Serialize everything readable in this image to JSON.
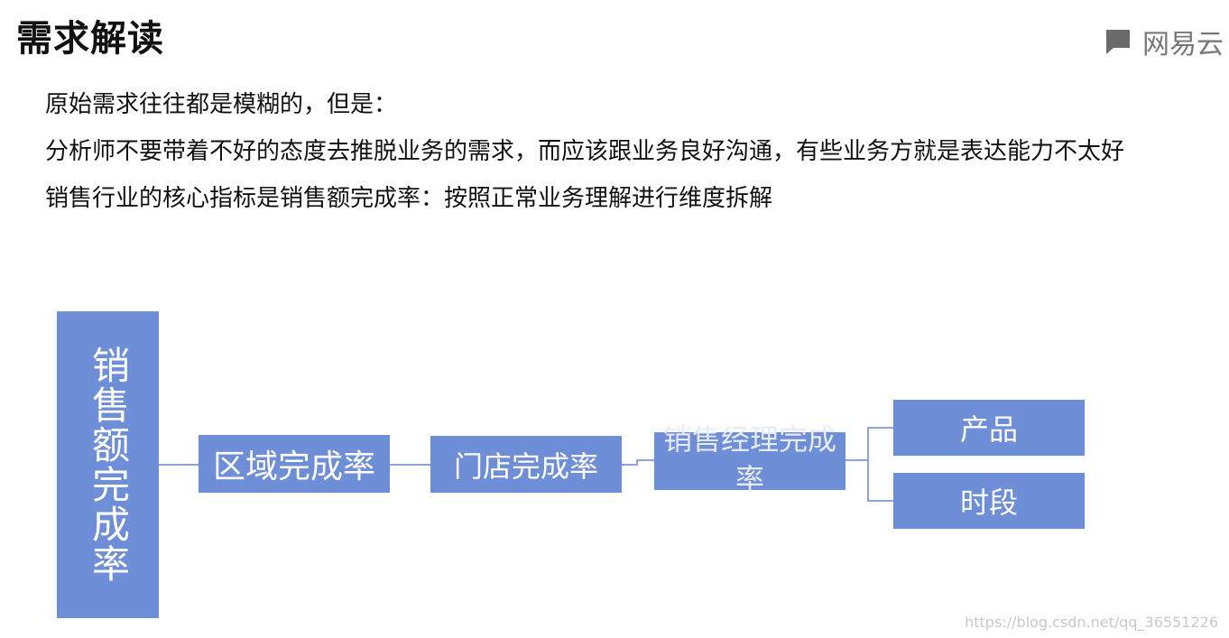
{
  "header": {
    "title": "需求解读",
    "brand": "网易云",
    "brand_icon": "netease-cloud-logo-icon"
  },
  "content": {
    "lines": [
      "原始需求往往都是模糊的，但是：",
      "分析师不要带着不好的态度去推脱业务的需求，而应该跟业务良好沟通，有些业务方就是表达能力不太好",
      "销售行业的核心指标是销售额完成率：按照正常业务理解进行维度拆解"
    ]
  },
  "diagram": {
    "root": "销售额完成率",
    "region": "区域完成率",
    "store": "门店完成率",
    "manager": "销售经理完成率",
    "children": [
      "产品",
      "时段"
    ],
    "node_color": "#6f8ed8",
    "connector_color": "#8ea3d6"
  },
  "footer": {
    "watermark": "https://blog.csdn.net/qq_36551226"
  }
}
